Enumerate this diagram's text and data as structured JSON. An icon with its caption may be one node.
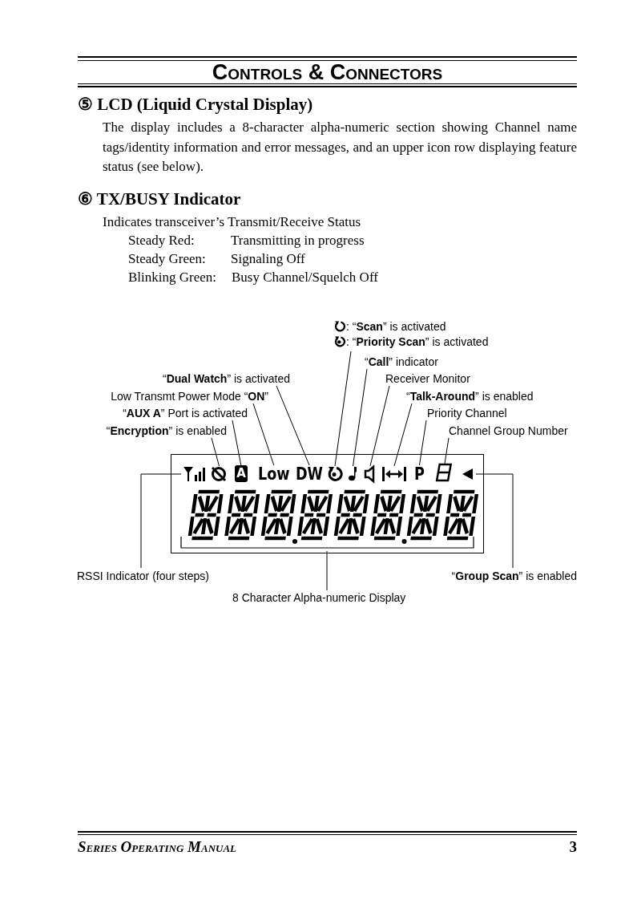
{
  "diagram": {
    "title": "Controls & Connectors",
    "nodes": [
      {
        "text": [
          ": “**Scan**” is activated",
          ": “**Priority Scan**” is activated"
        ]
      },
      {
        "text": [
          "“**Call**” indicator"
        ]
      },
      {
        "text": [
          "“**Dual Watch**” is activated"
        ]
      },
      {
        "text": [
          "Receiver Monitor"
        ]
      },
      {
        "text": [
          "Low Transmt Power Mode “**ON**”"
        ]
      },
      {
        "text": [
          "“**Talk-Around**” is enabled"
        ]
      },
      {
        "text": [
          "“**AUX A**” Port is activated"
        ]
      },
      {
        "text": [
          "Priority Channel"
        ]
      },
      {
        "text": [
          "“**Encryption**” is enabled"
        ]
      },
      {
        "text": [
          "Channel Group Number"
        ]
      },
      {
        "text": [],
        "shape": "box"
      },
      {
        "text": [],
        "shape": "icon",
        "in": 10
      },
      {
        "text": [],
        "shape": "circle",
        "in": 10
      },
      {
        "text": [
          "A"
        ],
        "in": 10
      },
      {
        "text": [
          "Low"
        ],
        "in": 10
      },
      {
        "text": [
          "DW"
        ],
        "in": 10
      },
      {
        "text": [],
        "shape": "icon",
        "in": 10
      },
      {
        "text": [],
        "shape": "icon",
        "in": 10
      },
      {
        "text": [],
        "shape": "icon",
        "in": 10
      },
      {
        "text": [],
        "shape": "icon",
        "in": 10
      },
      {
        "text": [
          "P"
        ],
        "in": 10
      },
      {
        "text": [],
        "shape": "icon",
        "in": 10
      },
      {
        "text": [],
        "shape": "triangle",
        "in": 10
      },
      {
        "text": [],
        "shape": "display",
        "in": 10
      },
      {
        "text": [
          "RSSI Indicator (four steps)"
        ]
      },
      {
        "text": [
          "“**Group Scan**” is enabled"
        ]
      },
      {
        "text": [
          "8 Character Alpha-numeric Display"
        ]
      }
    ],
    "edges": [
      {
        "from": 0,
        "to": 16,
        "arrow": "none"
      },
      {
        "from": 1,
        "to": 17,
        "arrow": "none"
      },
      {
        "from": 2,
        "to": 15,
        "arrow": "none"
      },
      {
        "from": 3,
        "to": 18,
        "arrow": "none"
      },
      {
        "from": 4,
        "to": 14,
        "arrow": "none"
      },
      {
        "from": 5,
        "to": 19,
        "arrow": "none"
      },
      {
        "from": 6,
        "to": 13,
        "arrow": "none"
      },
      {
        "from": 7,
        "to": 20,
        "arrow": "none"
      },
      {
        "from": 8,
        "to": 12,
        "arrow": "none"
      },
      {
        "from": 9,
        "to": 21,
        "arrow": "none"
      },
      {
        "from": 24,
        "to": 11,
        "arrow": "none"
      },
      {
        "from": 25,
        "to": 22,
        "arrow": "none"
      },
      {
        "from": 26,
        "to": 23,
        "arrow": "none"
      }
    ],
    "labels": [
      "⑤ LCD (Liquid Crystal Display)",
      "The display includes a 8-character alpha-numeric section showing Channel name tags/identity information and error messages, and an upper icon row displaying feature status (see below).",
      "⑥ TX/BUSY Indicator",
      "Indicates transceiver’s Transmit/Receive Status",
      "Steady Red:",
      "Transmitting in progress",
      "Steady Green:",
      "Signaling Off",
      "Blinking Green:",
      "Busy Channel/Squelch Off",
      "Series Operating Manual",
      "3"
    ]
  }
}
